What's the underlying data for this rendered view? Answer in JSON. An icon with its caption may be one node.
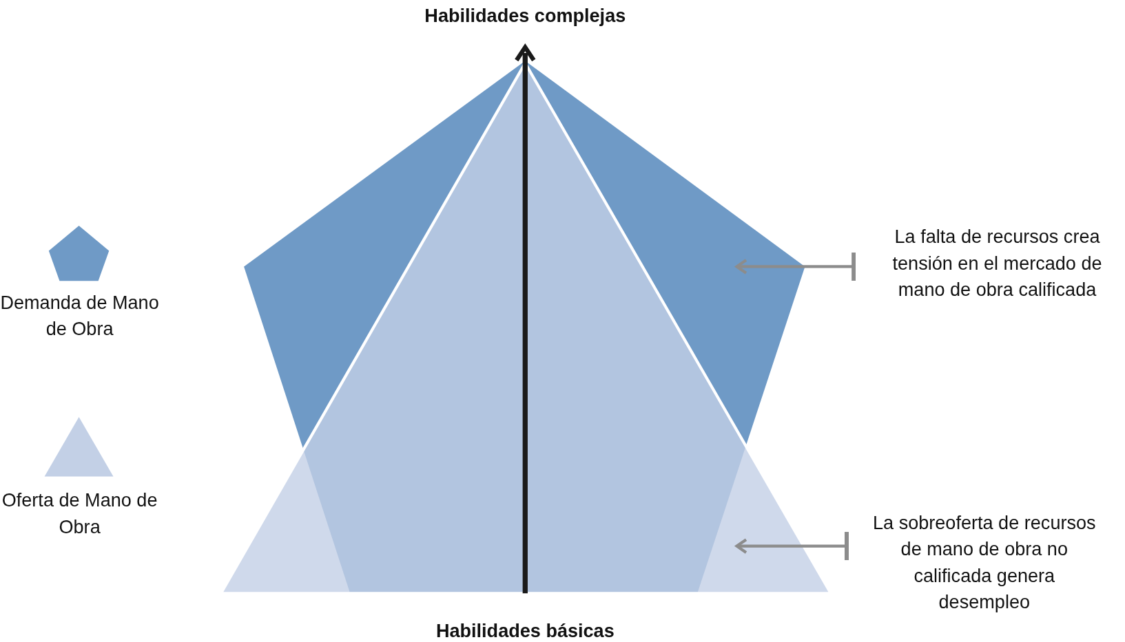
{
  "diagram": {
    "nodes": [
      {
        "text": [],
        "shape": "pentagon"
      },
      {
        "text": [],
        "shape": "triangle"
      },
      {
        "text": [
          "La falta de recursos crea tensión en el mercado de mano de obra calificada"
        ]
      },
      {
        "text": [
          "La sobreoferta de recursos de mano de obra no calificada genera desempleo"
        ]
      }
    ],
    "edges": [
      {
        "from": 2,
        "to": 0,
        "arrow": "to"
      },
      {
        "from": 3,
        "to": 1,
        "arrow": "to"
      }
    ],
    "labels": [
      "Habilidades complejas",
      "Habilidades básicas"
    ],
    "legend": [
      {
        "text": "Demanda de Mano de Obra",
        "color": "#6f9ac6"
      },
      {
        "text": "Oferta de Mano de Obra",
        "color": "#c3d0e6"
      }
    ]
  }
}
